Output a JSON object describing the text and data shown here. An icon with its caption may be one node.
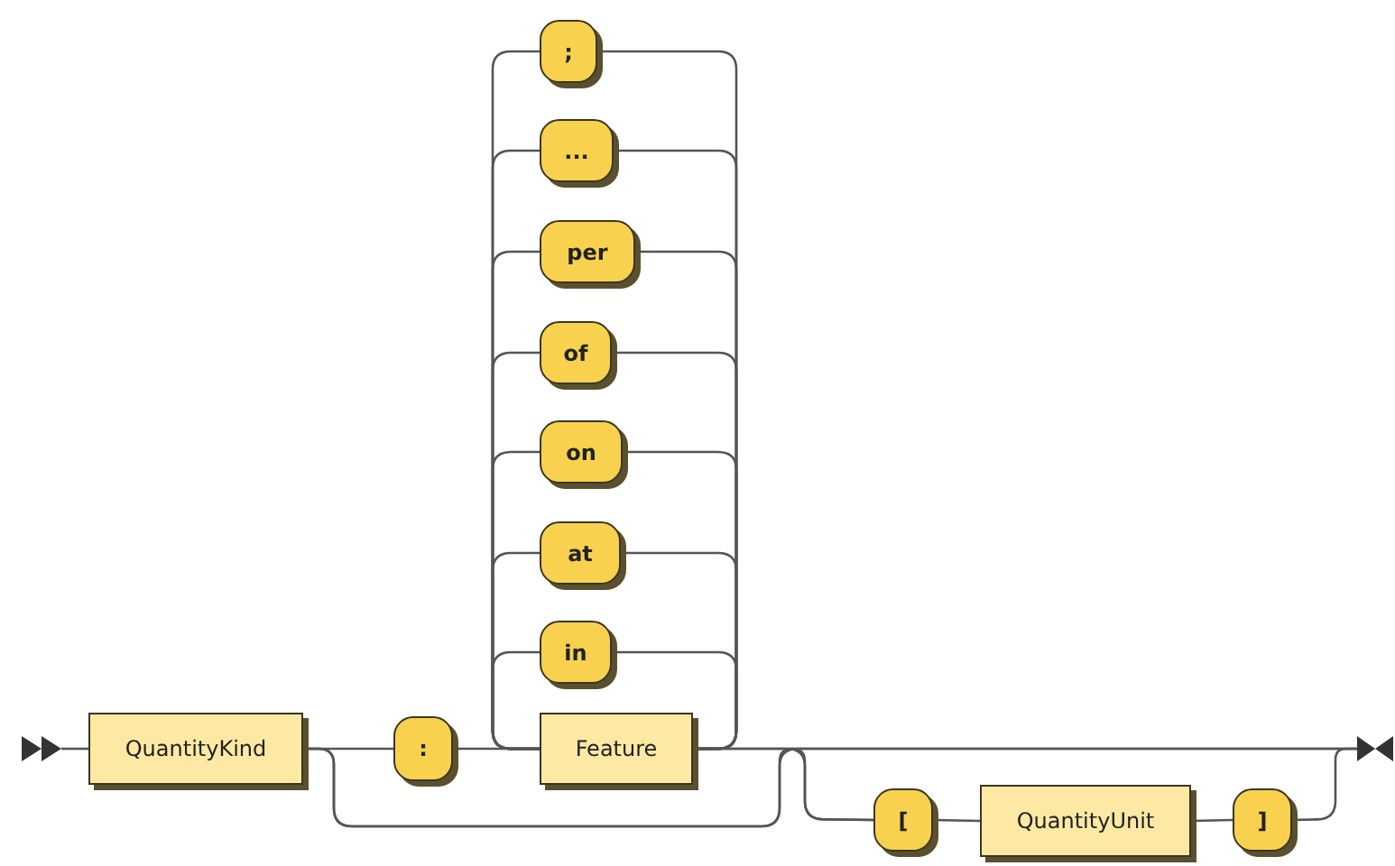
{
  "diagram": {
    "nodes": [
      {
        "text": [],
        "shape": "triangle"
      },
      {
        "text": [
          "QuantityKind"
        ]
      },
      {
        "text": [
          ":"
        ]
      },
      {
        "text": [
          ";"
        ]
      },
      {
        "text": [
          "..."
        ]
      },
      {
        "text": [
          "per"
        ]
      },
      {
        "text": [
          "of"
        ]
      },
      {
        "text": [
          "on"
        ]
      },
      {
        "text": [
          "at"
        ]
      },
      {
        "text": [
          "in"
        ]
      },
      {
        "text": [
          "Feature"
        ]
      },
      {
        "text": [
          "["
        ]
      },
      {
        "text": [
          "QuantityUnit"
        ]
      },
      {
        "text": [
          "]"
        ]
      },
      {
        "text": [],
        "shape": "triangle"
      }
    ],
    "edges": [
      {
        "from": 0,
        "to": 1,
        "arrow": "none"
      },
      {
        "from": 1,
        "to": 2,
        "arrow": "none"
      },
      {
        "from": 2,
        "to": 10,
        "arrow": "none"
      },
      {
        "from": 10,
        "to": 3,
        "arrow": "none"
      },
      {
        "from": 10,
        "to": 4,
        "arrow": "none"
      },
      {
        "from": 10,
        "to": 5,
        "arrow": "none"
      },
      {
        "from": 10,
        "to": 6,
        "arrow": "none"
      },
      {
        "from": 10,
        "to": 7,
        "arrow": "none"
      },
      {
        "from": 10,
        "to": 8,
        "arrow": "none"
      },
      {
        "from": 10,
        "to": 9,
        "arrow": "none"
      },
      {
        "from": 3,
        "to": 10,
        "arrow": "none"
      },
      {
        "from": 4,
        "to": 10,
        "arrow": "none"
      },
      {
        "from": 5,
        "to": 10,
        "arrow": "none"
      },
      {
        "from": 6,
        "to": 10,
        "arrow": "none"
      },
      {
        "from": 7,
        "to": 10,
        "arrow": "none"
      },
      {
        "from": 8,
        "to": 10,
        "arrow": "none"
      },
      {
        "from": 9,
        "to": 10,
        "arrow": "none"
      },
      {
        "from": 1,
        "to": 11,
        "arrow": "none"
      },
      {
        "from": 1,
        "to": 14,
        "arrow": "none"
      },
      {
        "from": 10,
        "to": 11,
        "arrow": "none"
      },
      {
        "from": 10,
        "to": 14,
        "arrow": "none"
      },
      {
        "from": 11,
        "to": 12,
        "arrow": "none"
      },
      {
        "from": 12,
        "to": 13,
        "arrow": "none"
      },
      {
        "from": 13,
        "to": 14,
        "arrow": "none"
      }
    ]
  }
}
